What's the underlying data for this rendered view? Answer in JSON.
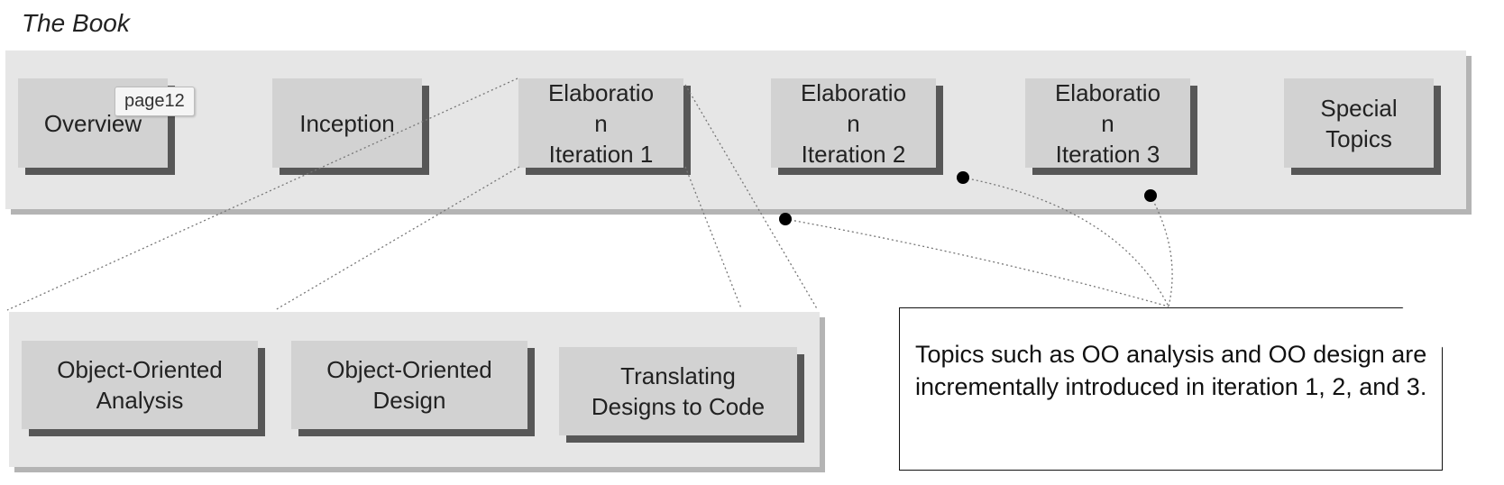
{
  "title": "The Book",
  "tooltip": "page12",
  "top_boxes": [
    {
      "label": "Overview"
    },
    {
      "label": "Inception"
    },
    {
      "label": "Elaboratio\nn\nIteration 1"
    },
    {
      "label": "Elaboratio\nn\nIteration 2"
    },
    {
      "label": "Elaboratio\nn\nIteration 3"
    },
    {
      "label": "Special\nTopics"
    }
  ],
  "bottom_boxes": [
    {
      "label": "Object-Oriented\nAnalysis"
    },
    {
      "label": "Object-Oriented\nDesign"
    },
    {
      "label": "Translating\nDesigns to Code"
    }
  ],
  "note": "Topics such as OO analysis and OO design are incrementally introduced in iteration 1, 2, and 3."
}
